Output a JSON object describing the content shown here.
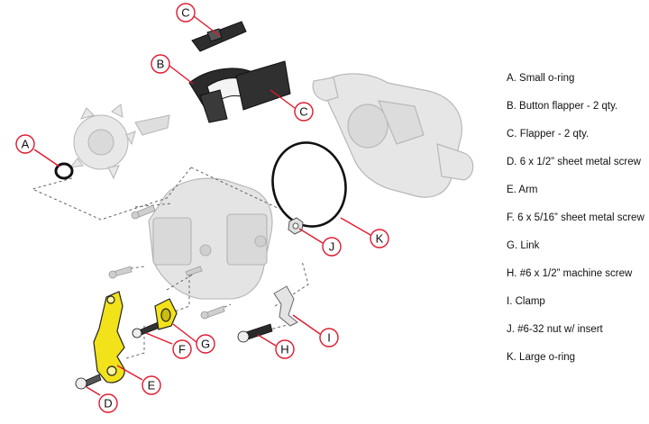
{
  "callouts": {
    "a": "A",
    "b": "B",
    "c1": "C",
    "c2": "C",
    "d": "D",
    "e": "E",
    "f": "F",
    "g": "G",
    "h": "H",
    "i": "I",
    "j": "J",
    "k": "K"
  },
  "legend": [
    "A. Small o-ring",
    "B. Button flapper - 2 qty.",
    "C. Flapper - 2 qty.",
    "D. 6 x 1/2” sheet metal screw",
    "E. Arm",
    "F. 6 x 5/16” sheet metal screw",
    "G. Link",
    "H. #6 x 1/2” machine screw",
    "I. Clamp",
    "J. #6-32 nut w/ insert",
    "K. Large o-ring"
  ],
  "colors": {
    "callout_line": "#e0182d",
    "arm": "#f2e21a",
    "flapper": "#2b2b2b",
    "ghost_part": "#d6d6d6"
  }
}
